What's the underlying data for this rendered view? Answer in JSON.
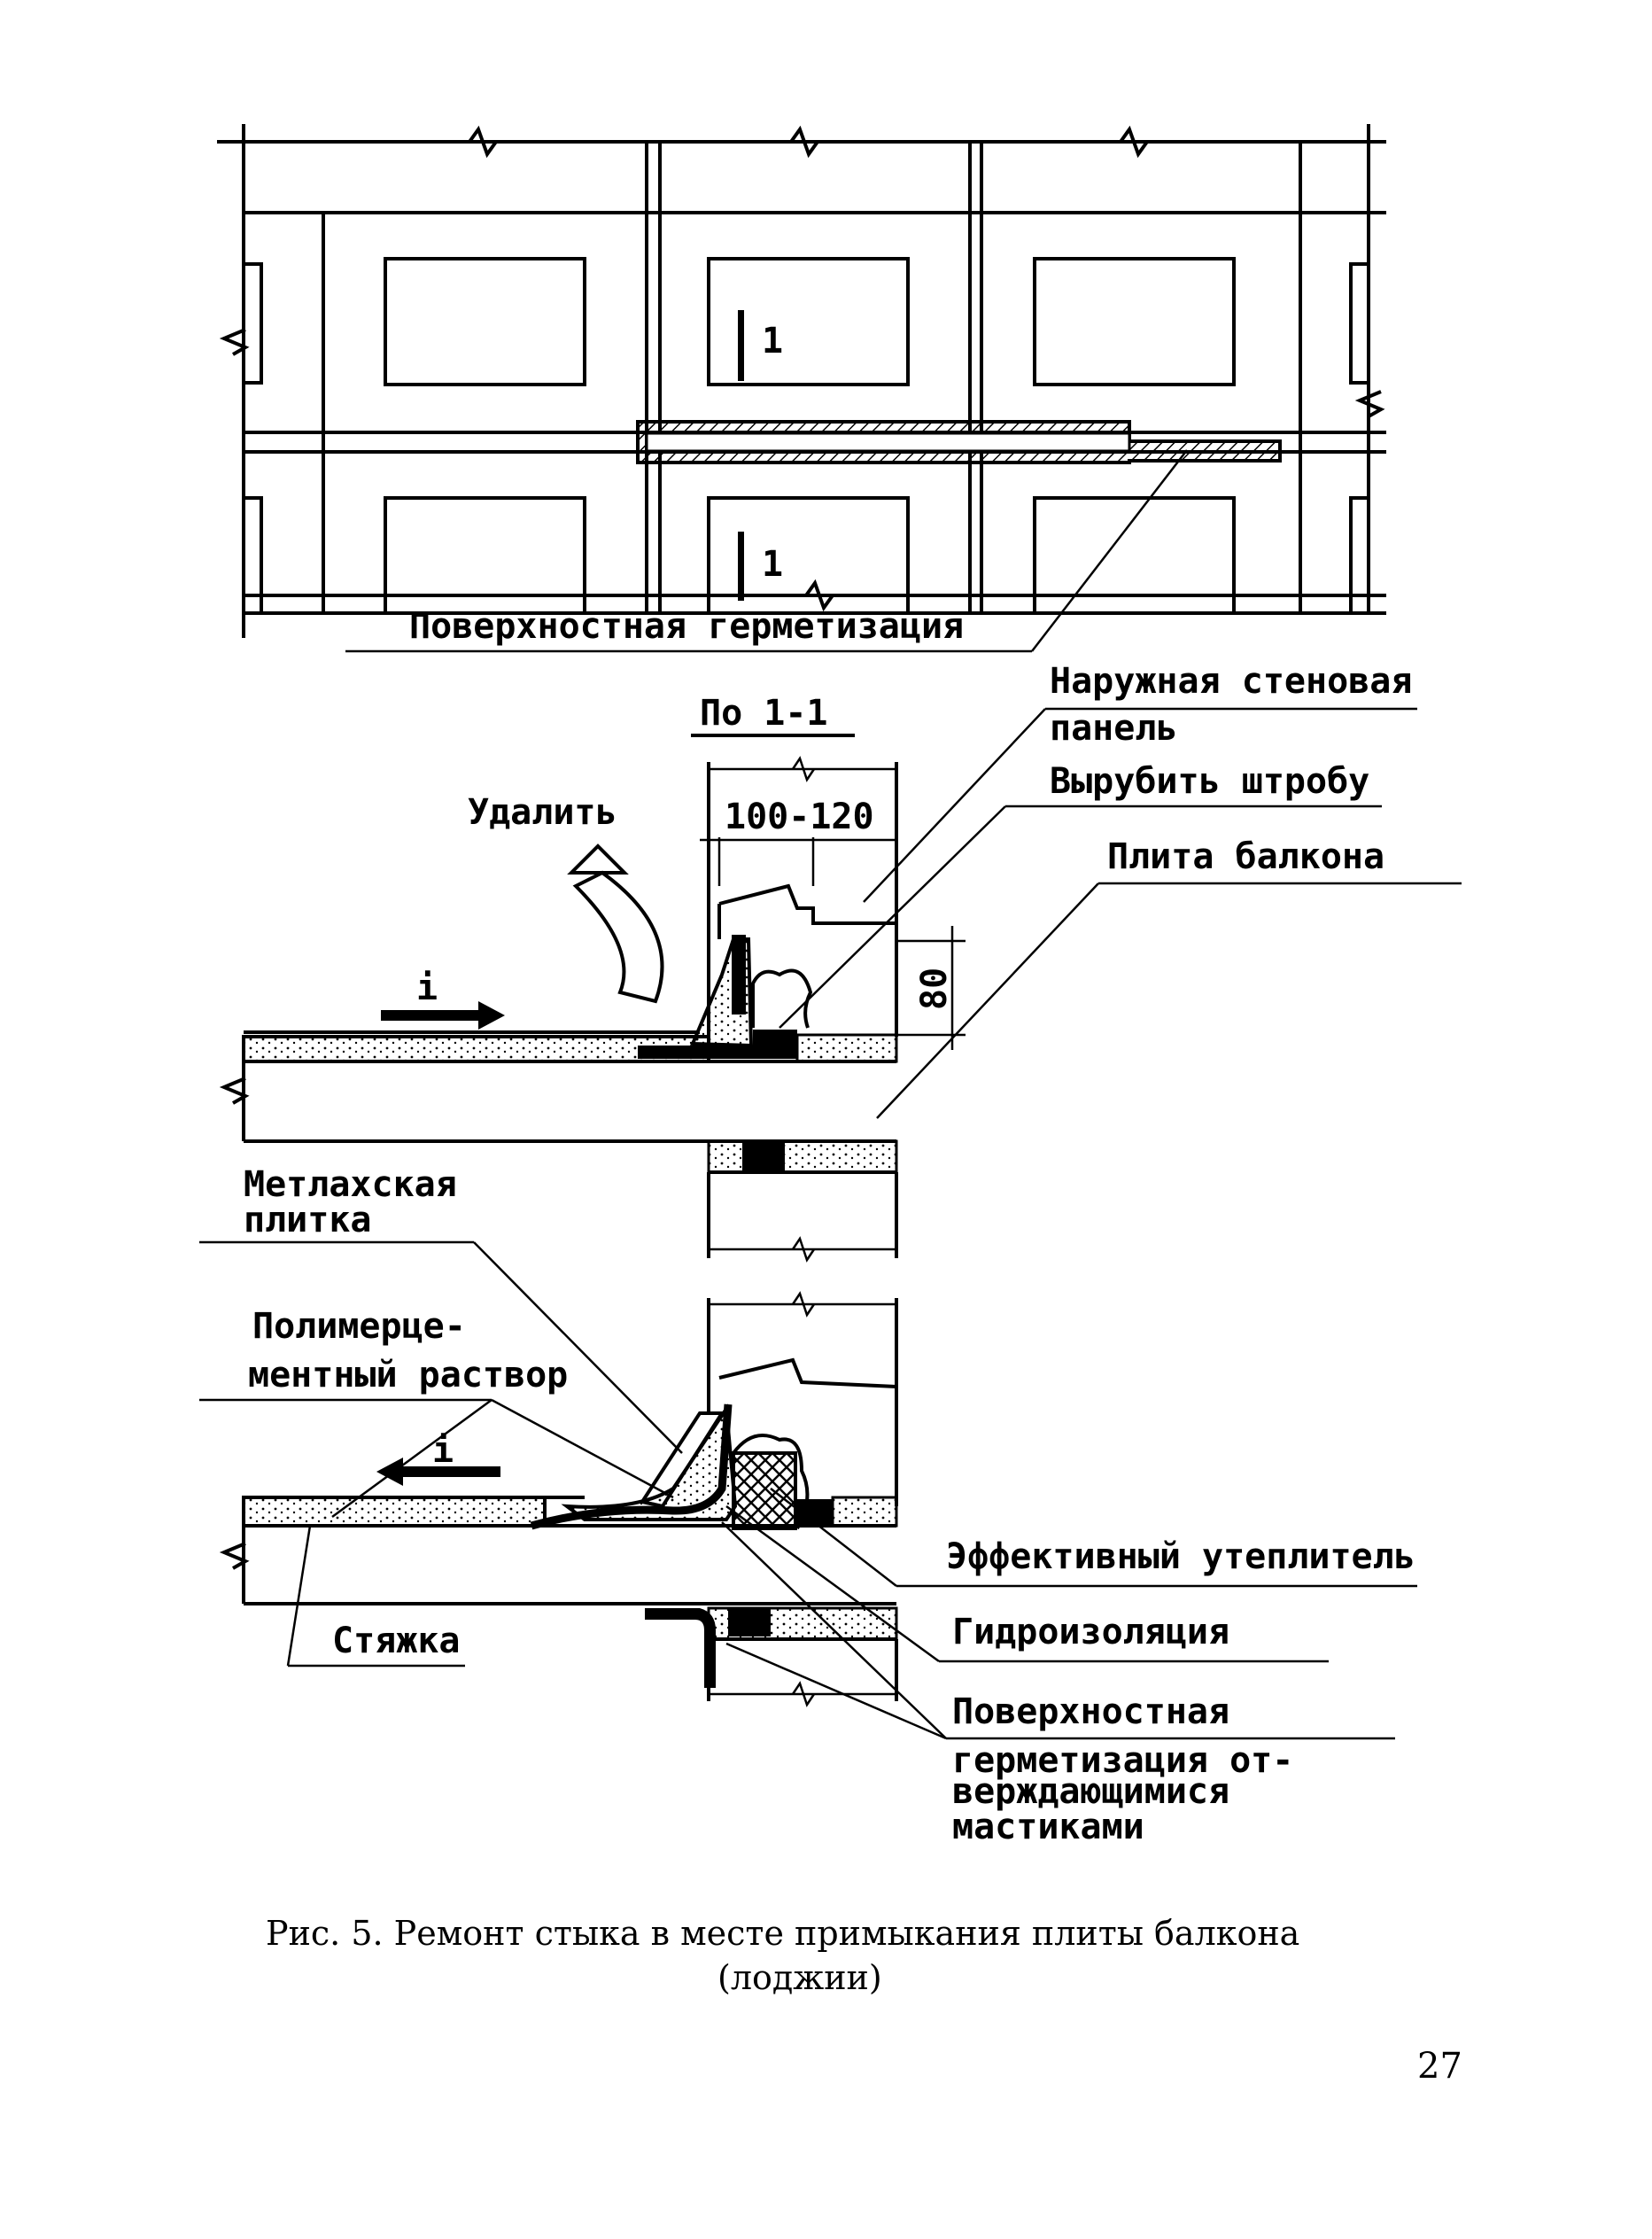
{
  "elevation": {
    "section_mark": "1",
    "surface_sealing_label": "Поверхностная герметизация"
  },
  "section": {
    "title": "По  1-1",
    "dimension_width": "100-120",
    "dimension_height": "80",
    "remove_label": "Удалить",
    "slope_symbol": "i",
    "outer_wall_panel": [
      "Наружная стеновая",
      "панель"
    ],
    "chase_label": "Вырубить штробу",
    "balcony_slab": "Плита балкона"
  },
  "detail": {
    "tile": [
      "Метлахская",
      "плитка"
    ],
    "polymer_mortar": [
      "Полимерце-",
      "ментный раствор"
    ],
    "insulation": "Эффективный утеплитель",
    "waterproofing": "Гидроизоляция",
    "screed": "Стяжка",
    "sealing_title": "Поверхностная",
    "sealing_desc": [
      "герметизация от-",
      "верждающимися",
      "мастиками"
    ]
  },
  "caption": [
    "Рис. 5. Ремонт стыка в месте примыкания плиты балкона",
    "(лоджии)"
  ],
  "page_number": "27"
}
